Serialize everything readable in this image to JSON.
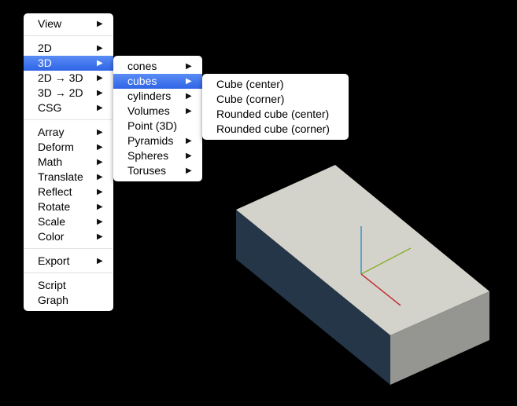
{
  "colors": {
    "background": "#000000",
    "menu_background": "#ffffff",
    "menu_highlight": "#3d74ec",
    "box_top": "#d4d3cb",
    "box_left_face": "#253648",
    "box_right_face": "#959591",
    "axis_x": "#c23232",
    "axis_y": "#88b030",
    "axis_z": "#3f8fc0"
  },
  "main_menu": {
    "items": [
      {
        "label": "View",
        "submenu": true
      },
      {
        "separator": true
      },
      {
        "label": "2D",
        "submenu": true
      },
      {
        "label": "3D",
        "submenu": true,
        "active": true
      },
      {
        "label": "2D → 3D",
        "submenu": true
      },
      {
        "label": "3D → 2D",
        "submenu": true
      },
      {
        "label": "CSG",
        "submenu": true
      },
      {
        "separator": true
      },
      {
        "label": "Array",
        "submenu": true
      },
      {
        "label": "Deform",
        "submenu": true
      },
      {
        "label": "Math",
        "submenu": true
      },
      {
        "label": "Translate",
        "submenu": true
      },
      {
        "label": "Reflect",
        "submenu": true
      },
      {
        "label": "Rotate",
        "submenu": true
      },
      {
        "label": "Scale",
        "submenu": true
      },
      {
        "label": "Color",
        "submenu": true
      },
      {
        "separator": true
      },
      {
        "label": "Export",
        "submenu": true
      },
      {
        "separator": true
      },
      {
        "label": "Script",
        "submenu": false
      },
      {
        "label": "Graph",
        "submenu": false
      }
    ]
  },
  "submenu_3d": {
    "items": [
      {
        "label": "cones",
        "submenu": true
      },
      {
        "label": "cubes",
        "submenu": true,
        "active": true
      },
      {
        "label": "cylinders",
        "submenu": true
      },
      {
        "label": "Volumes",
        "submenu": true
      },
      {
        "label": "Point (3D)",
        "submenu": false
      },
      {
        "label": "Pyramids",
        "submenu": true
      },
      {
        "label": "Spheres",
        "submenu": true
      },
      {
        "label": "Toruses",
        "submenu": true
      }
    ]
  },
  "submenu_cubes": {
    "items": [
      {
        "label": "Cube (center)"
      },
      {
        "label": "Cube (corner)"
      },
      {
        "label": "Rounded cube (center)"
      },
      {
        "label": "Rounded cube (corner)"
      }
    ]
  },
  "icons": {
    "submenu_arrow": "submenu-arrow-icon",
    "arrow_glyph": "▶"
  }
}
